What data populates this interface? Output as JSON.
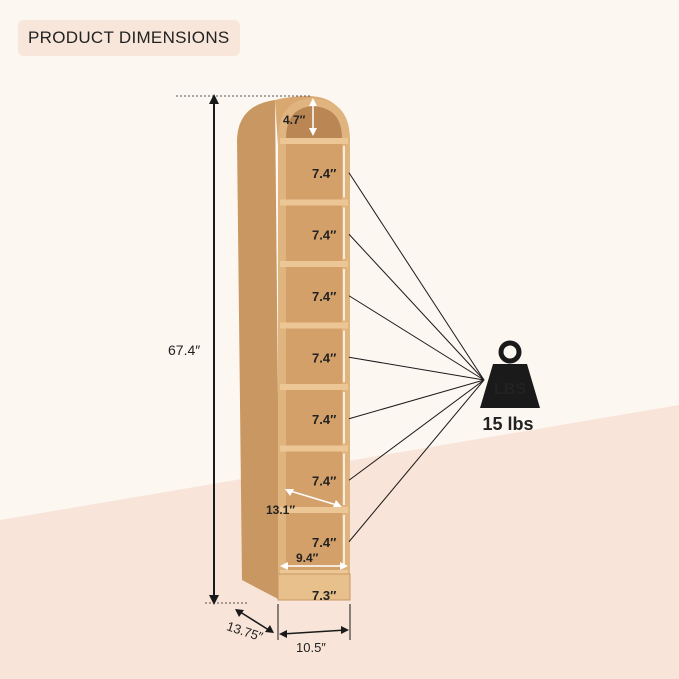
{
  "header": {
    "title": "PRODUCT DIMENSIONS"
  },
  "dimensions": {
    "height": "67.4″",
    "arch": "4.7″",
    "shelf_gap": "7.4″",
    "shelf_count": 7,
    "base_gap": "7.3″",
    "depth": "13.75″",
    "width": "10.5″",
    "inner_depth": "13.1″",
    "inner_width": "9.4″"
  },
  "weight": {
    "badge": "LBS",
    "capacity": "15 lbs"
  },
  "colors": {
    "background": "#fdf7f2",
    "floor": "#f8e4d8",
    "wood": "#e0b47f",
    "wood_dark": "#c99862",
    "wood_light": "#ecc795",
    "header_bg": "#f7e6d9",
    "ink": "#1a1a1a"
  }
}
